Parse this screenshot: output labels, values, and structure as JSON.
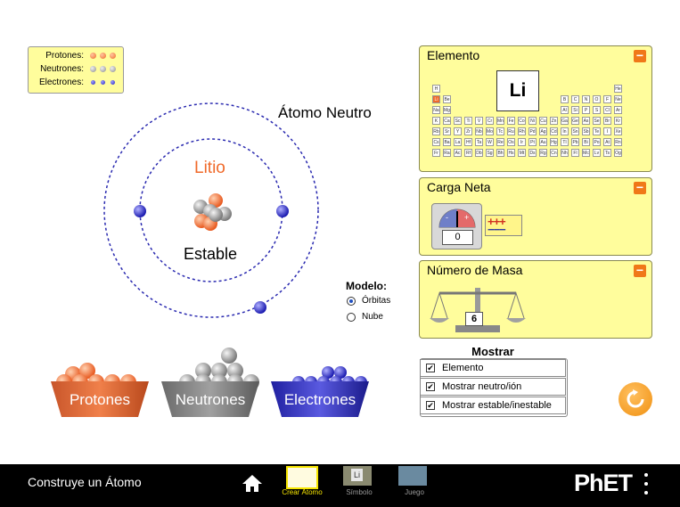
{
  "legend": {
    "protons_label": "Protones:",
    "neutrons_label": "Neutrones:",
    "electrons_label": "Electrones:"
  },
  "atom": {
    "title": "Átomo Neutro",
    "element_name": "Litio",
    "stability": "Estable"
  },
  "model": {
    "heading": "Modelo:",
    "options": [
      "Órbitas",
      "Nube"
    ],
    "selected": "Órbitas"
  },
  "buckets": {
    "protons": "Protones",
    "neutrons": "Neutrones",
    "electrons": "Electrones"
  },
  "element_panel": {
    "title": "Elemento",
    "symbol": "Li",
    "periodic_table": [
      [
        "H",
        "",
        "",
        "",
        "",
        "",
        "",
        "",
        "",
        "",
        "",
        "",
        "",
        "",
        "",
        "",
        "",
        "He"
      ],
      [
        "Li",
        "Be",
        "",
        "",
        "",
        "",
        "",
        "",
        "",
        "",
        "",
        "",
        "B",
        "C",
        "N",
        "O",
        "F",
        "Ne"
      ],
      [
        "Na",
        "Mg",
        "",
        "",
        "",
        "",
        "",
        "",
        "",
        "",
        "",
        "",
        "Al",
        "Si",
        "P",
        "S",
        "Cl",
        "Ar"
      ],
      [
        "K",
        "Ca",
        "Sc",
        "Ti",
        "V",
        "Cr",
        "Mn",
        "Fe",
        "Co",
        "Ni",
        "Cu",
        "Zn",
        "Ga",
        "Ge",
        "As",
        "Se",
        "Br",
        "Kr"
      ],
      [
        "Rb",
        "Sr",
        "Y",
        "Zr",
        "Nb",
        "Mo",
        "Tc",
        "Ru",
        "Rh",
        "Pd",
        "Ag",
        "Cd",
        "In",
        "Sn",
        "Sb",
        "Te",
        "I",
        "Xe"
      ],
      [
        "Cs",
        "Ba",
        "La",
        "Hf",
        "Ta",
        "W",
        "Re",
        "Os",
        "Ir",
        "Pt",
        "Au",
        "Hg",
        "Tl",
        "Pb",
        "Bi",
        "Po",
        "At",
        "Rn"
      ],
      [
        "Fr",
        "Ra",
        "Ac",
        "Rf",
        "Db",
        "Sg",
        "Bh",
        "Hs",
        "Mt",
        "Ds",
        "Rg",
        "Cn",
        "Nh",
        "Fl",
        "Mc",
        "Lv",
        "Ts",
        "Og"
      ]
    ]
  },
  "charge_panel": {
    "title": "Carga Neta",
    "value": "0"
  },
  "mass_panel": {
    "title": "Número de Masa",
    "value": "6"
  },
  "show": {
    "heading": "Mostrar",
    "items": [
      "Elemento",
      "Mostrar neutro/ión",
      "Mostrar estable/inestable"
    ]
  },
  "bottom_bar": {
    "sim_title": "Construye un Átomo",
    "screens": [
      "Crear Átomo",
      "Símbolo",
      "Juego"
    ],
    "brand": "PhET",
    "symbol_thumb": "Li"
  },
  "colors": {
    "panel_bg": "#fffd9c",
    "proton": "#f06a2a",
    "neutron": "#9a9a9a",
    "electron": "#3030d0",
    "accent_orange": "#f07818",
    "active_nav": "#f7e600"
  }
}
